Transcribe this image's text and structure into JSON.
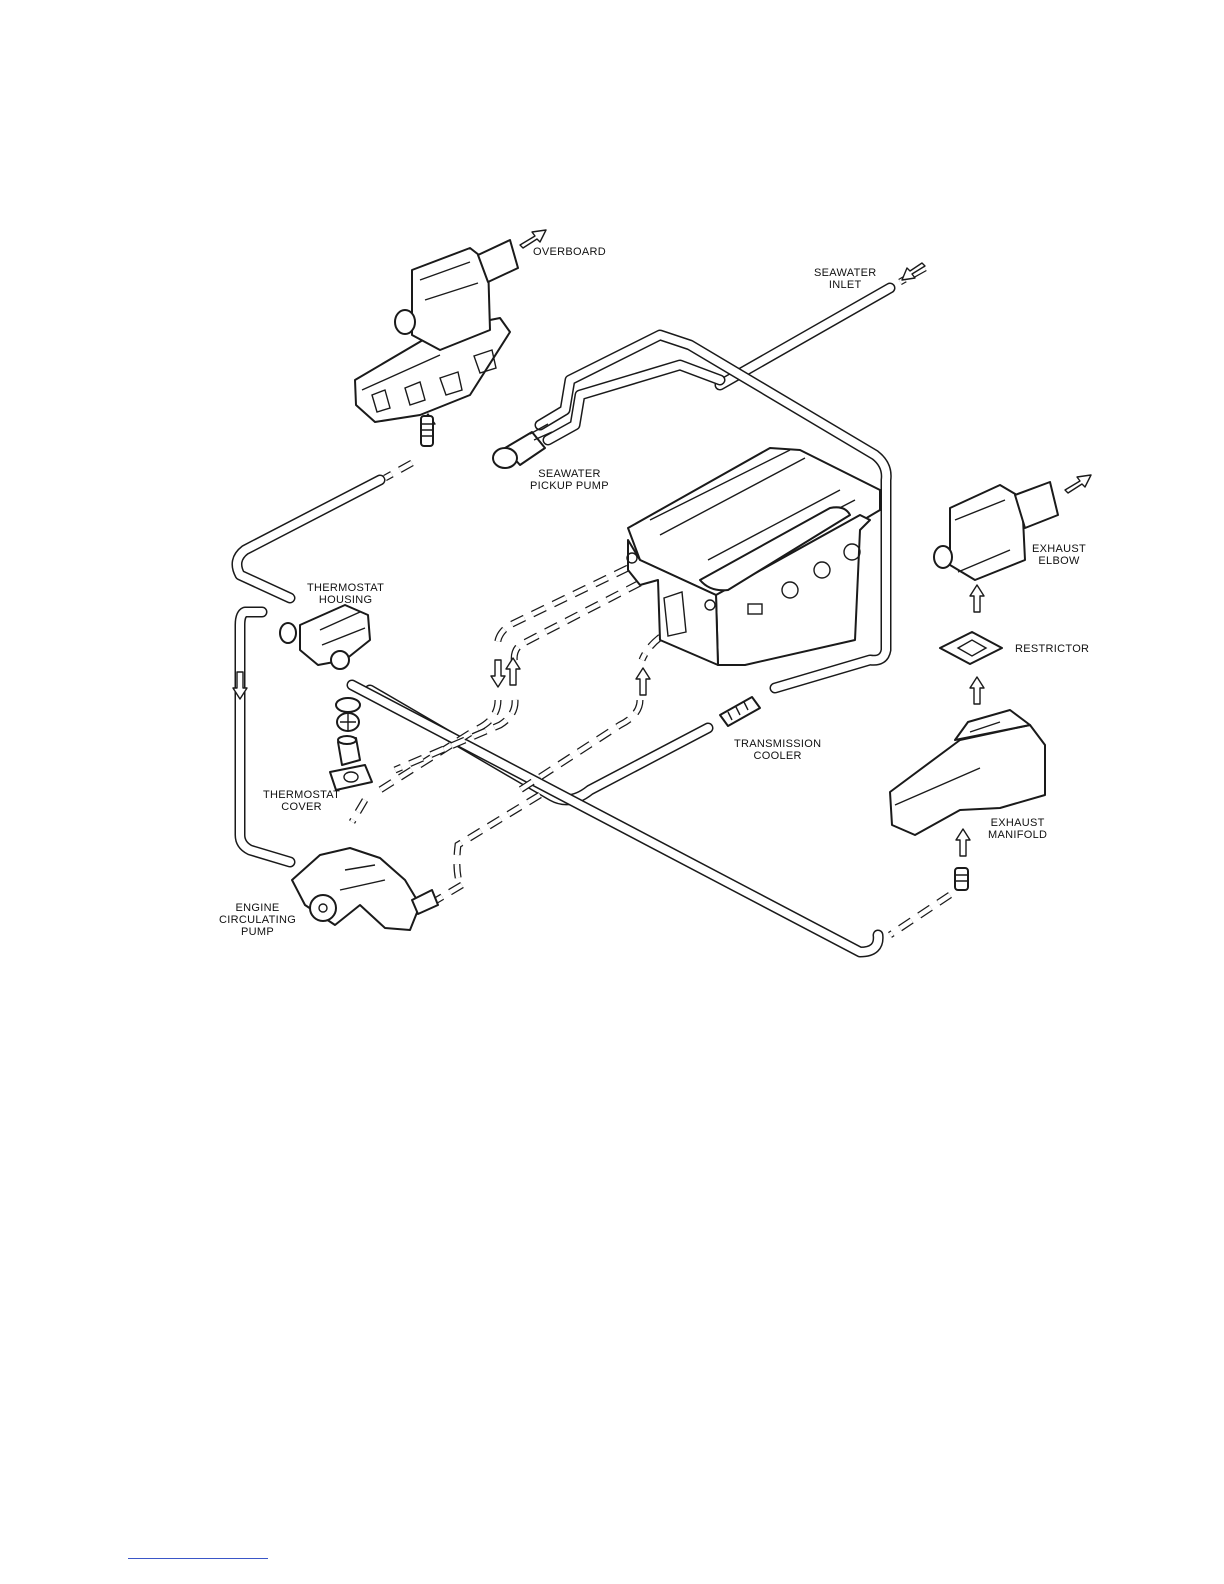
{
  "labels": {
    "overboard": "OVERBOARD",
    "seawater_inlet": [
      "SEAWATER",
      "INLET"
    ],
    "seawater_pickup_pump": [
      "SEAWATER",
      "PICKUP PUMP"
    ],
    "thermostat_housing": [
      "THERMOSTAT",
      "HOUSING"
    ],
    "exhaust_elbow": [
      "EXHAUST",
      "ELBOW"
    ],
    "restrictor": "RESTRICTOR",
    "transmission_cooler": [
      "TRANSMISSION",
      "COOLER"
    ],
    "thermostat_cover": [
      "THERMOSTAT",
      "COVER"
    ],
    "exhaust_manifold": [
      "EXHAUST",
      "MANIFOLD"
    ],
    "engine_circulating_pump": [
      "ENGINE",
      "CIRCULATING",
      "PUMP"
    ]
  }
}
